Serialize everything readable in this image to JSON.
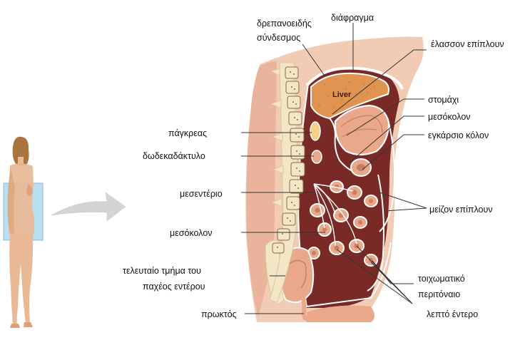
{
  "labels": {
    "falciform_line1": "δρεπανοειδής",
    "falciform_line2": "σύνδεσμος",
    "diaphragm": "διάφραγμα",
    "lesser_omentum": "έλασσον επίπλουν",
    "stomach": "στομάχι",
    "mesocolon_top": "μεσόκολον",
    "transverse_colon": "εγκάρσιο κόλον",
    "pancreas": "πάγκρεας",
    "duodenum": "δωδεκαδάκτυλο",
    "mesentery": "μεσεντέριο",
    "greater_omentum": "μείζον επίπλουν",
    "mesocolon_bottom": "μεσόκολον",
    "large_intestine_line1": "τελευταίο τμήμα του",
    "large_intestine_line2": "παχέος εντέρου",
    "parietal_line1": "τοιχωματικό",
    "parietal_line2": "περιτόναιο",
    "rectum": "πρωκτός",
    "small_intestine": "λεπτό έντερο",
    "liver": "Liver"
  },
  "colors": {
    "tissue": "#f2cbb5",
    "muscle": "#e8a98f",
    "cavity": "#7a2a26",
    "liver": "#e09452",
    "bone": "#f3e6c6",
    "vertebra_dot": "#8a6a3a",
    "peritoneum": "#ffffff",
    "figure_skin": "#e9b995",
    "highlight_box": "#b8dff2",
    "arrow": "#d4d4d4",
    "leader": "#333333"
  }
}
